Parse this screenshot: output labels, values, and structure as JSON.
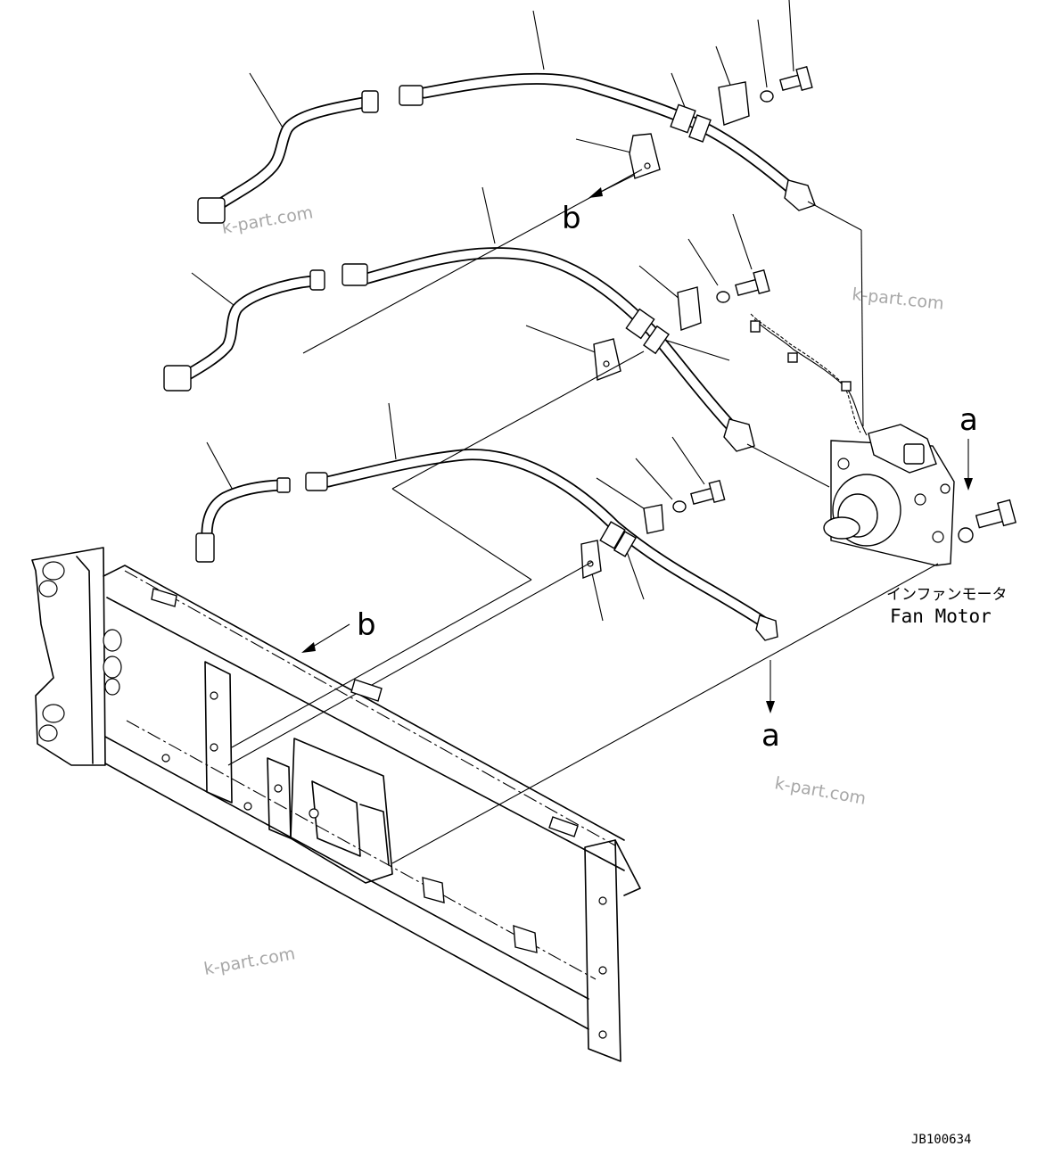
{
  "labels": {
    "ref_a": "a",
    "ref_b": "b",
    "fan_motor_jp": "インファンモータ",
    "fan_motor_en": "Fan Motor",
    "drawing_code": "JB100634"
  },
  "watermark": "k-part.com",
  "colors": {
    "line": "#000000",
    "background": "#ffffff",
    "watermark": "#a8a8a8"
  }
}
